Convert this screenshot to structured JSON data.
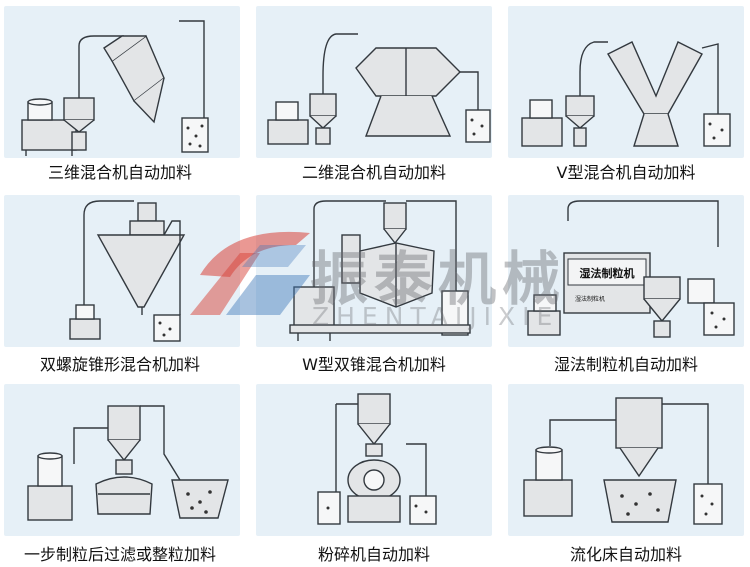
{
  "colors": {
    "panel_bg": "#e6f0f7",
    "line": "#33393f",
    "metal": "#e3e5e7",
    "watermark_red": "#d8433a"
  },
  "captions": [
    "三维混合机自动加料",
    "二维混合机自动加料",
    "V型混合机自动加料",
    "双螺旋锥形混合机加料",
    "W型双锥混合机加料",
    "湿法制粒机自动加料",
    "一步制粒后过滤或整粒加料",
    "粉碎机自动加料",
    "流化床自动加料"
  ],
  "watermark": {
    "title": "振泰机械",
    "subtitle": "ZHENTAIJIXIE"
  },
  "machine_labels": {
    "granulator": "湿法制粒机",
    "granulator_sub": "湿法制粒机"
  }
}
